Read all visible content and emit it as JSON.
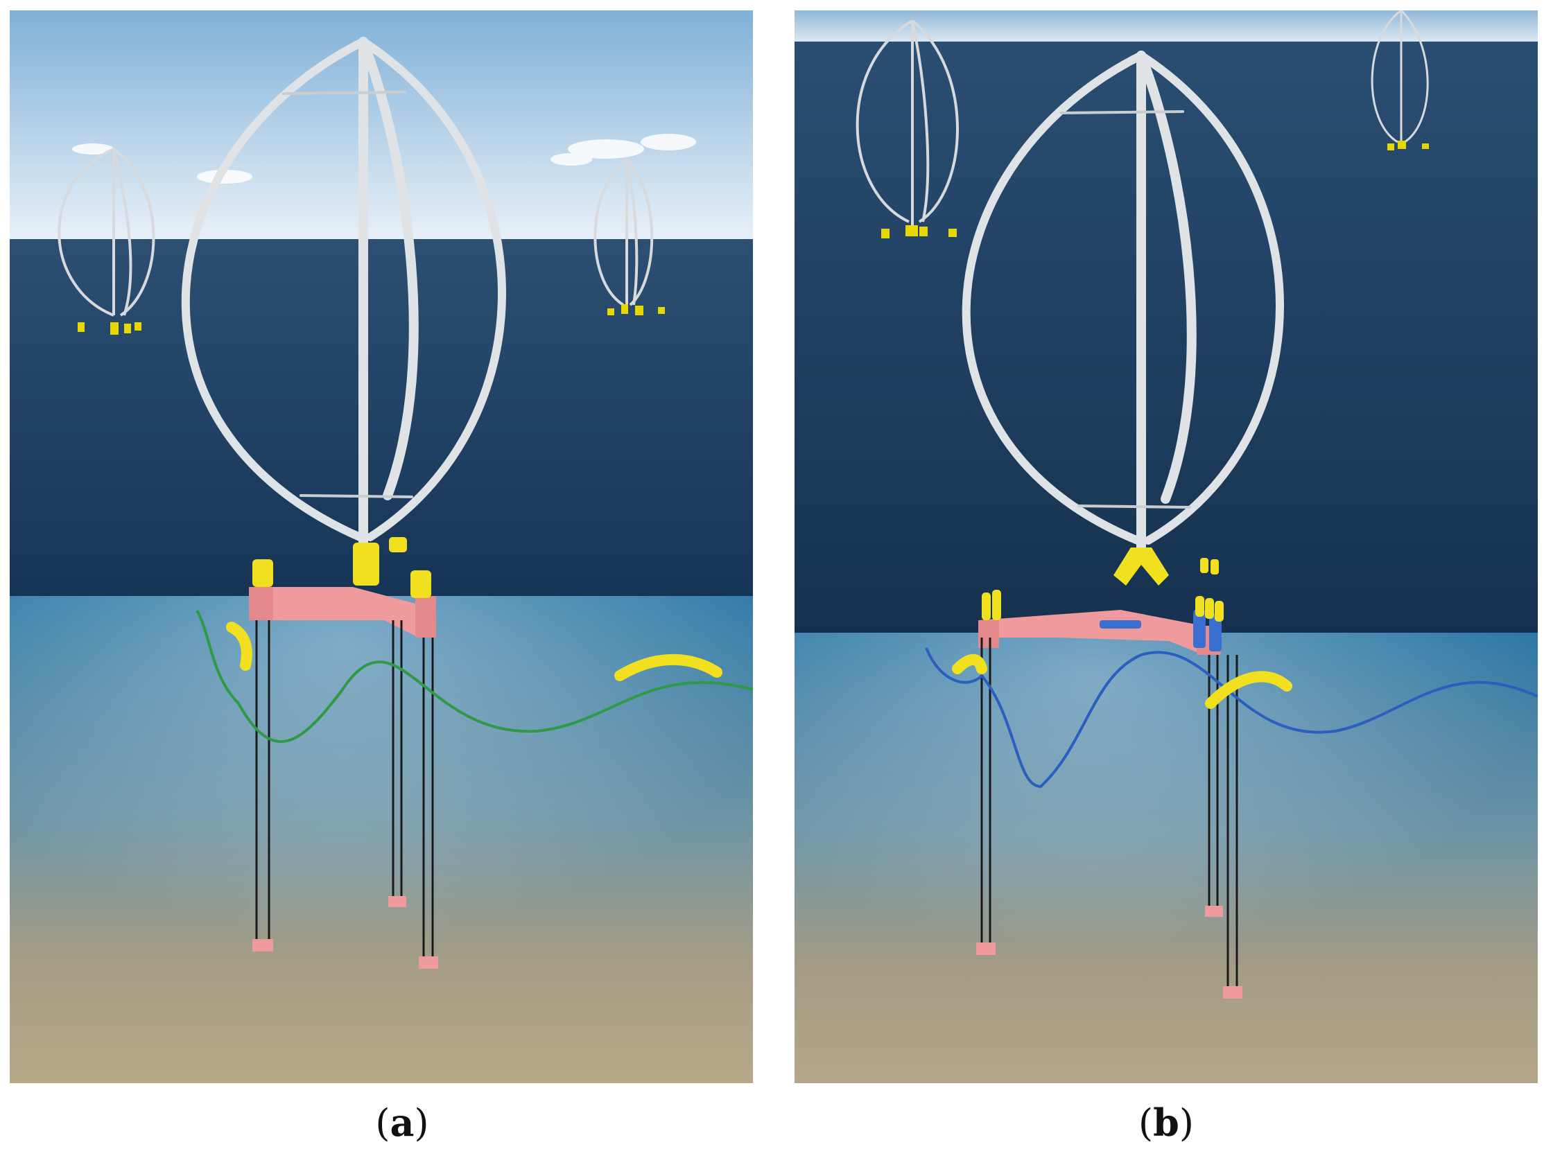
{
  "figure": {
    "panels": [
      {
        "id": "a",
        "caption_open": "(",
        "caption_letter": "a",
        "caption_close": ")"
      },
      {
        "id": "b",
        "caption_open": "(",
        "caption_letter": "b",
        "caption_close": ")"
      }
    ]
  },
  "colors": {
    "sky_top": "#8fb9dc",
    "sky_bottom": "#e9f1f7",
    "sea_surface": "#1d3f63",
    "underwater": "#3f7fa7",
    "seabed": "#b7a88a",
    "platform": "#ef9a9c",
    "buoy": "#f0e020",
    "cable_a": "#2e9a48",
    "cable_b": "#2b5fbf",
    "blade": "#d9dde0",
    "pontoon_b": "#3a6fd0"
  }
}
